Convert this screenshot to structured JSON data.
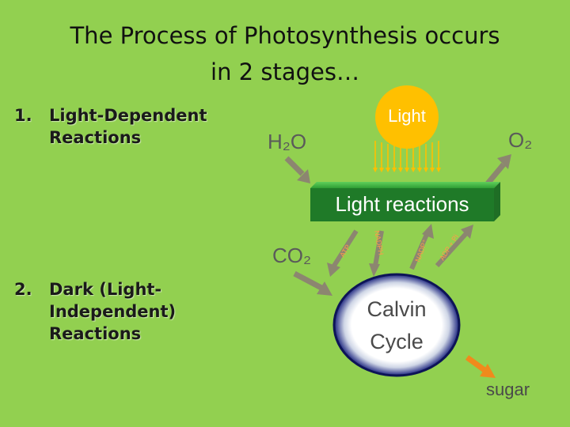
{
  "slide": {
    "title_line1": "The Process of Photosynthesis occurs",
    "title_line2": "in 2 stages…",
    "list": [
      {
        "number": "1.",
        "line1": "Light-Dependent",
        "line2": "Reactions"
      },
      {
        "number": "2.",
        "line1": "Dark (Light-",
        "line2": "Independent)",
        "line3": "Reactions"
      }
    ]
  },
  "diagram": {
    "sun_label": "Light",
    "water_label": "H₂O",
    "oxygen_label": "O₂",
    "light_reactions_label": "Light reactions",
    "co2_label": "CO₂",
    "calvin_line1": "Calvin",
    "calvin_line2": "Cycle",
    "sugar_label": "sugar",
    "carrier_labels": [
      "ATP",
      "NADPH",
      "NADP⁺",
      "ADP + Pi"
    ],
    "colors": {
      "background": "#92d050",
      "sun": "#ffc000",
      "light_box": "#2e9e35",
      "arrow_gray": "#8c8670",
      "sugar_arrow": "#f08a1c",
      "ring_blue": "#1a237e"
    }
  }
}
